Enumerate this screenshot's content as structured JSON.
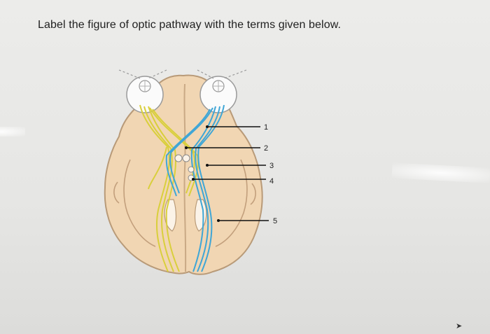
{
  "question": "Label the figure of optic pathway with the terms given below.",
  "labels": [
    "1",
    "2",
    "3",
    "4",
    "5"
  ],
  "colors": {
    "brain": "#f1d6b3",
    "brain_outline": "#b89a78",
    "left_fibers": "#d9cf3c",
    "right_fibers": "#3fa6d6",
    "leader_line": "#111111"
  },
  "icons": {
    "cursor": "cursor-arrow-icon"
  }
}
